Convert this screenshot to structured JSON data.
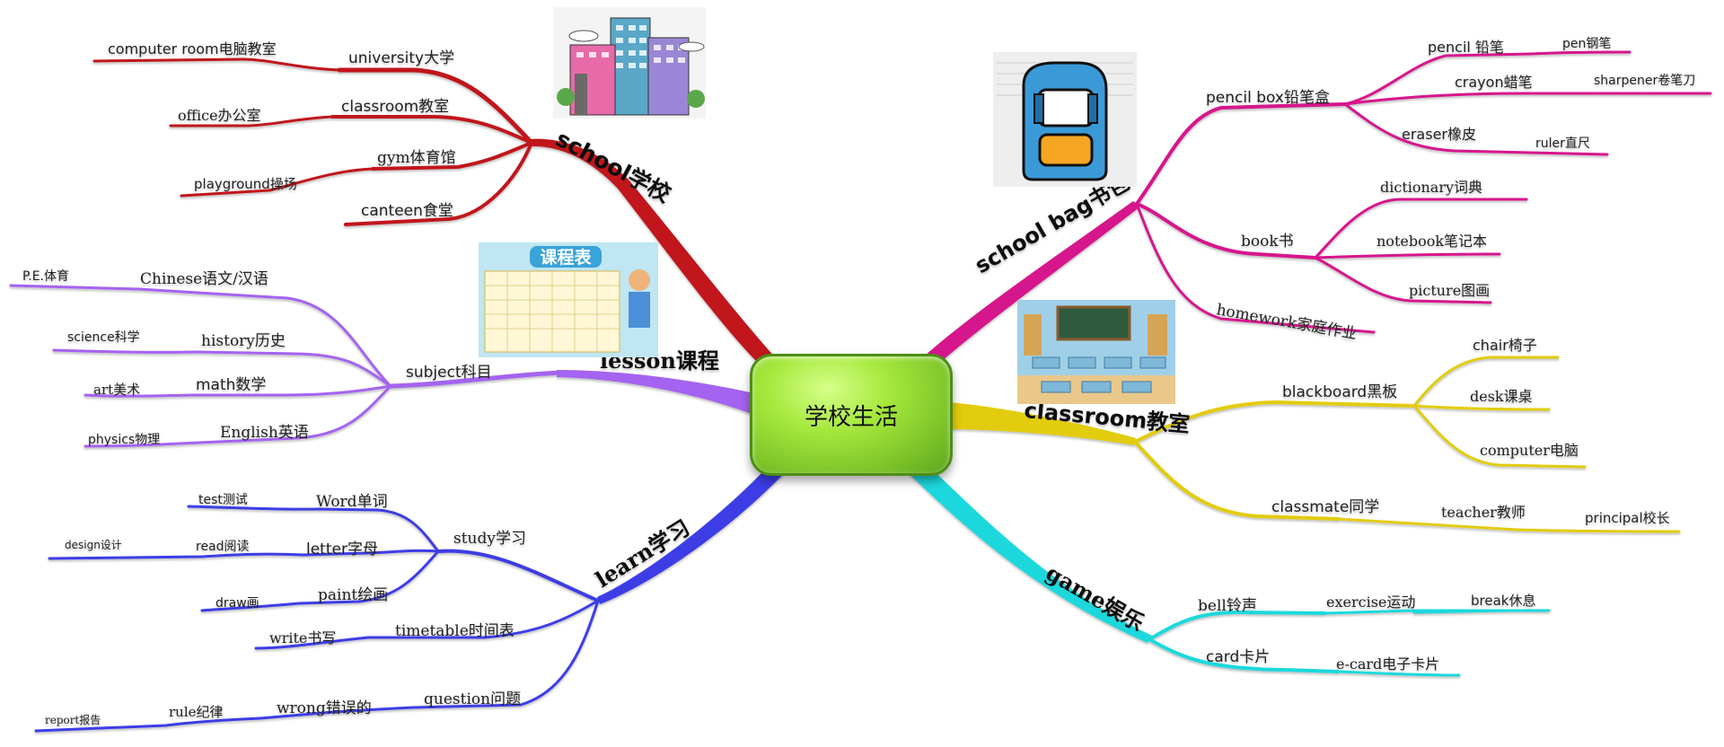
{
  "center": {
    "title": "学校生活"
  },
  "branches": {
    "school": {
      "label": "school学校",
      "color": "#c0181a",
      "items": {
        "university": "university大学",
        "computer_room": "computer room电脑教室",
        "classroom": "classroom教室",
        "office": "office办公室",
        "gym": "gym体育馆",
        "playground": "playground操场",
        "canteen": "canteen食堂"
      }
    },
    "lesson": {
      "label": "lesson课程",
      "color": "#a464f0",
      "items": {
        "subject": "subject科目",
        "chinese": "Chinese语文/汉语",
        "pe": "P.E.体育",
        "history": "history历史",
        "science": "science科学",
        "math": "math数学",
        "art": "art美术",
        "english": "English英语",
        "physics": "physics物理"
      }
    },
    "learn": {
      "label": "learn学习",
      "color": "#3c3ce6",
      "items": {
        "study": "study学习",
        "word": "Word单词",
        "test": "test测试",
        "letter": "letter字母",
        "read": "read阅读",
        "design": "design设计",
        "paint": "paint绘画",
        "draw": "draw画",
        "timetable": "timetable时间表",
        "write": "write书写",
        "question": "question问题",
        "wrong": "wrong错误的",
        "rule": "rule纪律",
        "report": "report报告"
      }
    },
    "schoolbag": {
      "label": "school bag书包",
      "color": "#d6148c",
      "items": {
        "pencil_box": "pencil box铅笔盒",
        "pencil": "pencil 铅笔",
        "pen": "pen钢笔",
        "crayon": "crayon蜡笔",
        "sharpener": "sharpener卷笔刀",
        "eraser": "eraser橡皮",
        "ruler": "ruler直尺",
        "book": "book书",
        "dictionary": "dictionary词典",
        "notebook": "notebook笔记本",
        "picture": "picture图画",
        "homework": "homework家庭作业"
      }
    },
    "classroom": {
      "label": "classroom教室",
      "color": "#e2cc10",
      "items": {
        "blackboard": "blackboard黑板",
        "chair": "chair椅子",
        "desk": "desk课桌",
        "computer": "computer电脑",
        "classmate": "classmate同学",
        "teacher": "teacher教师",
        "principal": "principal校长"
      }
    },
    "game": {
      "label": "game娱乐",
      "color": "#1ed8dc",
      "items": {
        "bell": "bell铃声",
        "exercise": "exercise运动",
        "break": "break休息",
        "card": "card卡片",
        "ecard": "e-card电子卡片"
      }
    }
  },
  "timetable_image": {
    "title": "课程表"
  },
  "icons": {
    "school_building": "school-building-illustration",
    "backpack": "backpack-illustration",
    "timetable": "timetable-illustration",
    "classroom_scene": "classroom-illustration"
  }
}
